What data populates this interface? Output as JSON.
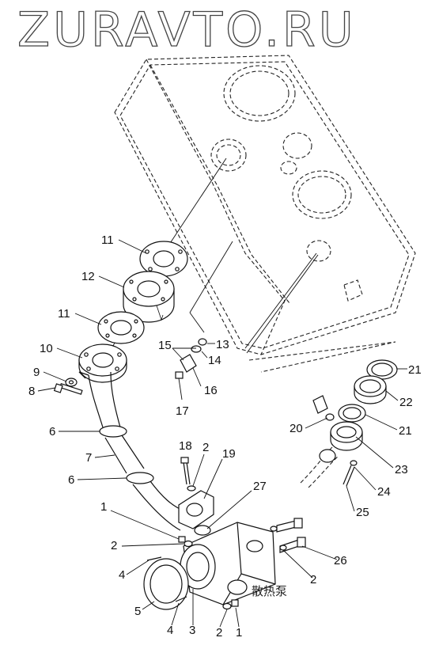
{
  "watermark": "ZURAVTO.RU",
  "caption": "散热泵",
  "callouts": [
    {
      "id": "c11a",
      "text": "11"
    },
    {
      "id": "c12",
      "text": "12"
    },
    {
      "id": "c11b",
      "text": "11"
    },
    {
      "id": "c10",
      "text": "10"
    },
    {
      "id": "c9",
      "text": "9"
    },
    {
      "id": "c8",
      "text": "8"
    },
    {
      "id": "c6a",
      "text": "6"
    },
    {
      "id": "c7",
      "text": "7"
    },
    {
      "id": "c6b",
      "text": "6"
    },
    {
      "id": "c15",
      "text": "15"
    },
    {
      "id": "c13",
      "text": "13"
    },
    {
      "id": "c14",
      "text": "14"
    },
    {
      "id": "c16",
      "text": "16"
    },
    {
      "id": "c17",
      "text": "17"
    },
    {
      "id": "c18",
      "text": "18"
    },
    {
      "id": "c2a",
      "text": "2"
    },
    {
      "id": "c19",
      "text": "19"
    },
    {
      "id": "c27",
      "text": "27"
    },
    {
      "id": "c1a",
      "text": "1"
    },
    {
      "id": "c2b",
      "text": "2"
    },
    {
      "id": "c4a",
      "text": "4"
    },
    {
      "id": "c5",
      "text": "5"
    },
    {
      "id": "c4b",
      "text": "4"
    },
    {
      "id": "c3",
      "text": "3"
    },
    {
      "id": "c2c",
      "text": "2"
    },
    {
      "id": "c1b",
      "text": "1"
    },
    {
      "id": "c26",
      "text": "26"
    },
    {
      "id": "c2d",
      "text": "2"
    },
    {
      "id": "c21a",
      "text": "21"
    },
    {
      "id": "c22",
      "text": "22"
    },
    {
      "id": "c21b",
      "text": "21"
    },
    {
      "id": "c20",
      "text": "20"
    },
    {
      "id": "c23",
      "text": "23"
    },
    {
      "id": "c24",
      "text": "24"
    },
    {
      "id": "c25",
      "text": "25"
    }
  ]
}
